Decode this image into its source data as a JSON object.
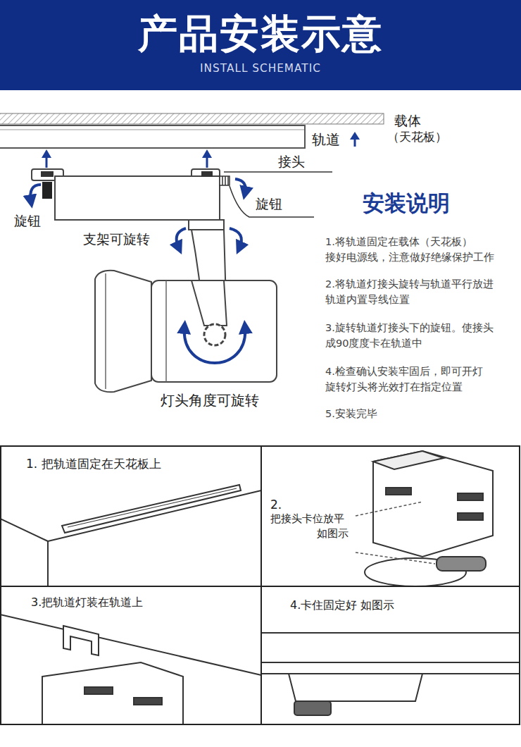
{
  "diagram": {
    "title": "产品安装示意",
    "nodes": [
      {
        "text": [
          "INSTALL SCHEMATIC"
        ]
      },
      {
        "text": [
          "1. 把轨道固定在天花板上"
        ]
      },
      {
        "text": [
          "2.",
          "把接头卡位放平",
          "如图示"
        ]
      },
      {
        "text": [
          "3.把轨道灯装在轨道上"
        ]
      },
      {
        "text": [
          "4.卡住固定好 如图示"
        ]
      }
    ],
    "labels": [
      "载体",
      "（天花板）",
      "轨道",
      "接头",
      "旋钮",
      "旋钮",
      "支架可旋转",
      "灯头角度可旋转",
      "安装说明",
      "1.将轨道固定在载体（天花板） 接好电源线，注意做好绝缘保护工作",
      "2.将轨道灯接头旋转与轨道平行放进 轨道内置导线位置",
      "3.旋转轨道灯接头下的旋钮。使接头 成90度度卡在轨道中",
      "4.检查确认安装牢固后，即可开灯 旋转灯头将光效打在指定位置",
      "5.安装完毕"
    ]
  }
}
